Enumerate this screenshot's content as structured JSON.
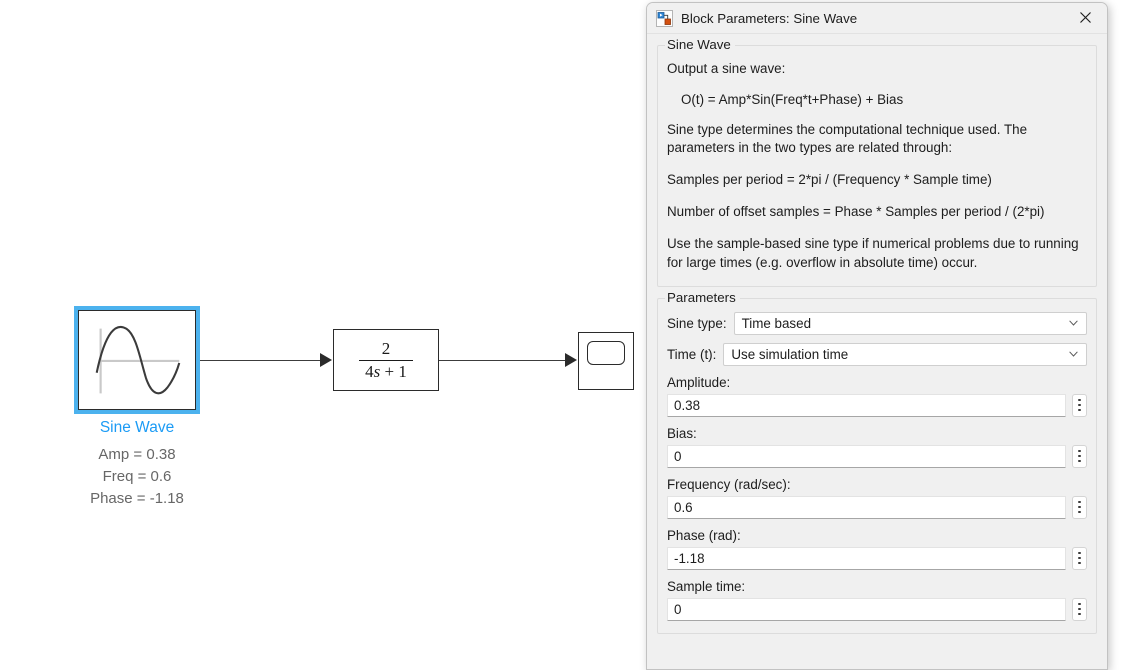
{
  "canvas": {
    "sine_block": {
      "icon_name": "sine-wave-icon",
      "label": "Sine Wave",
      "selected": true,
      "selection_color": "#4cb2ee",
      "label_color": "#1b9bf5",
      "annotations": [
        "Amp = 0.38",
        "Freq = 0.6",
        "Phase = -1.18"
      ]
    },
    "transfer_fcn_block": {
      "numerator": "2",
      "denominator_coeff": "4",
      "denominator_var": "s",
      "denominator_rest": "+ 1"
    },
    "scope_block": {
      "icon_name": "scope-icon"
    }
  },
  "dialog": {
    "title": "Block Parameters: Sine Wave",
    "icon_name": "simulink-block-icon",
    "close_label": "✕",
    "description_group": {
      "title": "Sine Wave",
      "paragraphs": [
        "Output a sine wave:"
      ],
      "equation": "O(t) = Amp*Sin(Freq*t+Phase) + Bias",
      "paragraphs2": [
        "Sine type determines the computational technique used. The parameters in the two types are related through:",
        "Samples per period = 2*pi / (Frequency * Sample time)",
        "Number of offset samples = Phase * Samples per period / (2*pi)",
        "Use the sample-based sine type if numerical problems due to running for large times (e.g. overflow in absolute time) occur."
      ]
    },
    "parameters_group": {
      "title": "Parameters",
      "sine_type": {
        "label": "Sine type:",
        "value": "Time based"
      },
      "time_t": {
        "label": "Time (t):",
        "value": "Use simulation time"
      },
      "amplitude": {
        "label": "Amplitude:",
        "value": "0.38"
      },
      "bias": {
        "label": "Bias:",
        "value": "0"
      },
      "frequency": {
        "label": "Frequency (rad/sec):",
        "value": "0.6"
      },
      "phase": {
        "label": "Phase (rad):",
        "value": "-1.18"
      },
      "sample_time": {
        "label": "Sample time:",
        "value": "0"
      }
    }
  }
}
